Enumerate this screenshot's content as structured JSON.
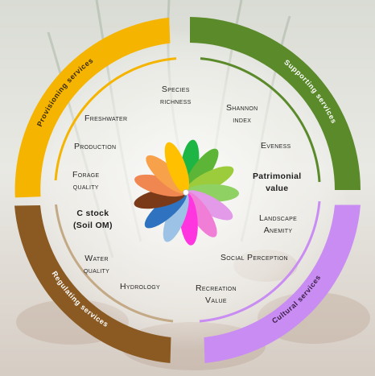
{
  "sectors": {
    "provisioning": "Provisioning services",
    "supporting": "Supporting services",
    "regulating": "Regulating services",
    "cultural": "Cultural services"
  },
  "colors": {
    "provisioning": "#f5b400",
    "supporting": "#5b8a2b",
    "regulating": "#8b5a23",
    "cultural": "#c98cf3"
  },
  "indicators": {
    "species_1": "Species",
    "species_2": "richness",
    "shannon_1": "Shannon",
    "shannon_2": "index",
    "freshwater": "Freshwater",
    "eveness": "Eveness",
    "production": "Production",
    "patrimonial_1": "Patrimonial",
    "patrimonial_2": "value",
    "forage_1": "Forage",
    "forage_2": "quality",
    "landscape_1": "Landscape",
    "landscape_2": "Anemity",
    "cstock_1": "C stock",
    "cstock_2": "(Soil OM)",
    "water_1": "Water",
    "water_2": "quality",
    "social": "Social Perception",
    "hydrology": "Hydrology",
    "recreation_1": "Recreation",
    "recreation_2": "Value"
  },
  "petals": [
    {
      "name": "species-richness-petal",
      "color": "#1db543"
    },
    {
      "name": "shannon-index-petal",
      "color": "#5cb536"
    },
    {
      "name": "eveness-petal",
      "color": "#9ccc3c"
    },
    {
      "name": "patrimonial-value-petal",
      "color": "#8fd162"
    },
    {
      "name": "landscape-anemity-petal",
      "color": "#e29ae9"
    },
    {
      "name": "social-perception-petal",
      "color": "#f07ed6"
    },
    {
      "name": "recreation-value-petal",
      "color": "#ff36e0"
    },
    {
      "name": "hydrology-petal",
      "color": "#9cc3e6"
    },
    {
      "name": "water-quality-petal",
      "color": "#2f72c0"
    },
    {
      "name": "c-stock-petal",
      "color": "#7b3a17"
    },
    {
      "name": "forage-quality-petal",
      "color": "#f08650"
    },
    {
      "name": "production-petal",
      "color": "#f7a24a"
    },
    {
      "name": "freshwater-petal",
      "color": "#ffc000"
    }
  ]
}
